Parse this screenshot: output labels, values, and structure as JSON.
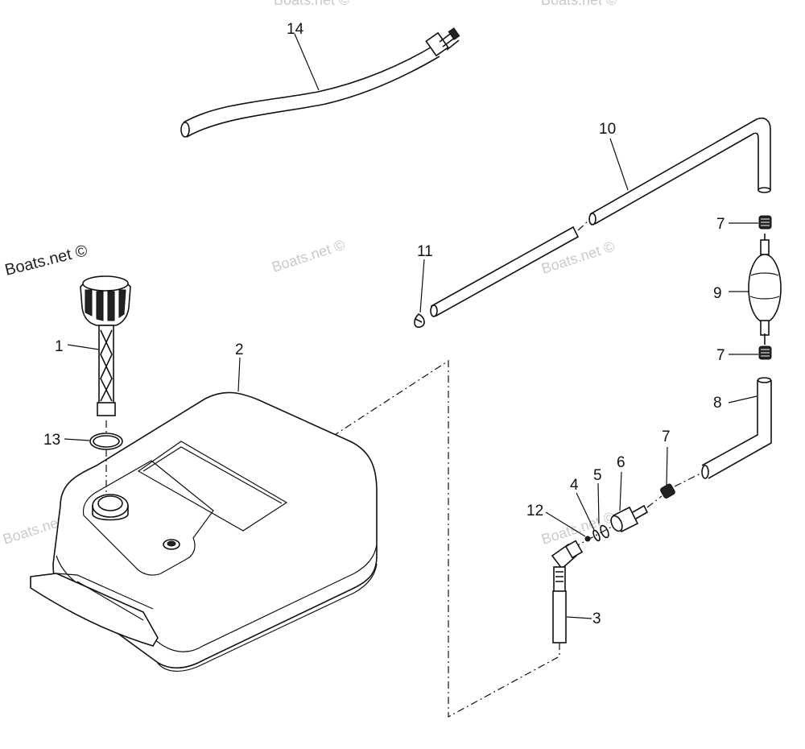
{
  "watermarks": {
    "main": "Boats.net ©",
    "faint": "Boats.net ©"
  },
  "callouts": [
    {
      "id": "1",
      "label": "1"
    },
    {
      "id": "2",
      "label": "2"
    },
    {
      "id": "3",
      "label": "3"
    },
    {
      "id": "4",
      "label": "4"
    },
    {
      "id": "5",
      "label": "5"
    },
    {
      "id": "6",
      "label": "6"
    },
    {
      "id": "7a",
      "label": "7"
    },
    {
      "id": "7b",
      "label": "7"
    },
    {
      "id": "7c",
      "label": "7"
    },
    {
      "id": "8",
      "label": "8"
    },
    {
      "id": "9",
      "label": "9"
    },
    {
      "id": "10",
      "label": "10"
    },
    {
      "id": "11",
      "label": "11"
    },
    {
      "id": "12",
      "label": "12"
    },
    {
      "id": "13",
      "label": "13"
    },
    {
      "id": "14",
      "label": "14"
    }
  ]
}
